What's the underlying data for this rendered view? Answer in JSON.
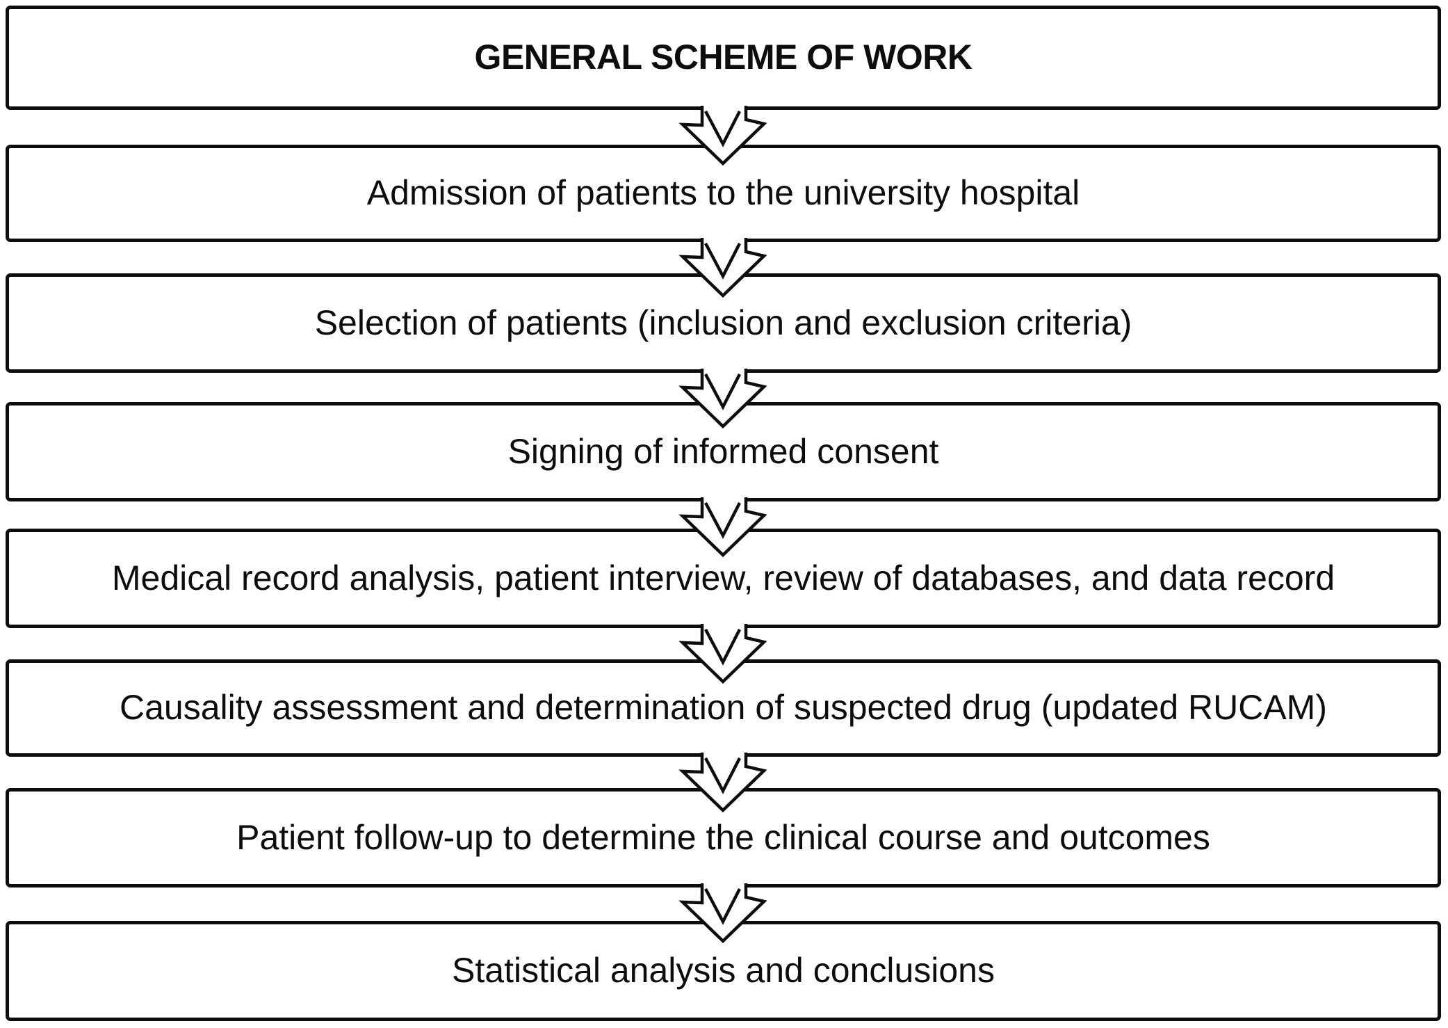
{
  "figure": {
    "title": "GENERAL SCHEME OF WORK",
    "steps": [
      "Admission of patients to the university hospital",
      "Selection of patients (inclusion and exclusion criteria)",
      "Signing of informed consent",
      "Medical record analysis, patient interview, review of databases, and data record",
      "Causality assessment and determination of suspected drug (updated RUCAM)",
      "Patient follow-up to determine the clinical course and outcomes",
      "Statistical analysis and conclusions"
    ],
    "colors": {
      "stroke": "#0d0d0d",
      "fill": "#ffffff",
      "text": "#0d0d0d",
      "background": "#ffffff"
    }
  }
}
